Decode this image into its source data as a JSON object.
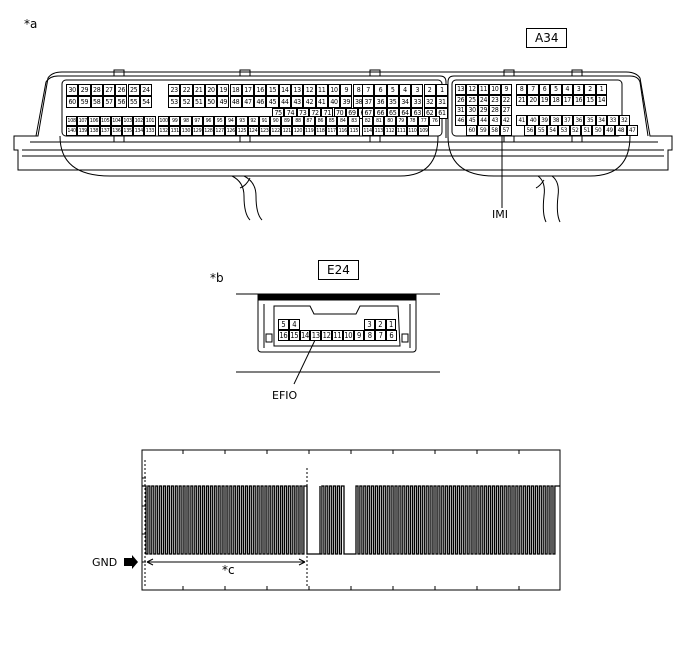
{
  "figure": {
    "marker_a": "*a",
    "marker_b": "*b",
    "marker_c": "*c",
    "connector_a": "A34",
    "connector_b": "E24",
    "signal_imi": "IMI",
    "signal_efio": "EFIO",
    "gnd_label": "GND"
  },
  "a34": {
    "left_block": {
      "row1": [
        "30",
        "29",
        "28",
        "27",
        "26",
        "25",
        "24",
        "",
        "23",
        "22",
        "21",
        "20",
        "19",
        "18",
        "17",
        "16",
        "15",
        "14",
        "13",
        "12",
        "11",
        "10",
        "9",
        "8",
        "",
        "7",
        "6",
        "5",
        "4",
        "3",
        "2",
        "1"
      ],
      "row2": [
        "60",
        "59",
        "58",
        "57",
        "56",
        "55",
        "54",
        "",
        "53",
        "52",
        "51",
        "50",
        "49",
        "48",
        "47",
        "46",
        "45",
        "44",
        "43",
        "42",
        "41",
        "40",
        "39",
        "38",
        "",
        "37",
        "36",
        "35",
        "34",
        "33",
        "32",
        "31"
      ],
      "row3": [
        "",
        "",
        "",
        "",
        "",
        "",
        "",
        "",
        "",
        "",
        "",
        "",
        "",
        "",
        "",
        "",
        "75",
        "74",
        "73",
        "72",
        "71",
        "70",
        "69",
        "68",
        "",
        "67",
        "66",
        "65",
        "64",
        "63",
        "62",
        "61"
      ],
      "row4": [
        "108",
        "107",
        "106",
        "105",
        "104",
        "103",
        "102",
        "101",
        "",
        "100",
        "99",
        "98",
        "97",
        "96",
        "95",
        "94",
        "93",
        "92",
        "91",
        "90",
        "89",
        "88",
        "87",
        "86",
        "85",
        "84",
        "83",
        "",
        "82",
        "81",
        "80",
        "79",
        "78",
        "77",
        "76"
      ],
      "row5": [
        "140",
        "139",
        "138",
        "137",
        "136",
        "135",
        "134",
        "133",
        "",
        "132",
        "131",
        "130",
        "129",
        "128",
        "127",
        "126",
        "125",
        "124",
        "123",
        "122",
        "121",
        "120",
        "119",
        "118",
        "117",
        "116",
        "115",
        "",
        "114",
        "113",
        "112",
        "111",
        "110",
        "109"
      ]
    },
    "right_block": {
      "row1": [
        "13",
        "12",
        "11",
        "10",
        "9",
        "",
        "8",
        "7",
        "6",
        "5",
        "4",
        "3",
        "2",
        "1"
      ],
      "row2": [
        "26",
        "25",
        "24",
        "23",
        "22",
        "",
        "21",
        "20",
        "19",
        "18",
        "17",
        "16",
        "15",
        "14"
      ],
      "row3": [
        "31",
        "30",
        "29",
        "28",
        "27"
      ],
      "row4": [
        "46",
        "45",
        "44",
        "43",
        "42",
        "",
        "41",
        "40",
        "39",
        "38",
        "37",
        "36",
        "35",
        "34",
        "33",
        "32"
      ],
      "row5": [
        "60",
        "59",
        "58",
        "57",
        "",
        "56",
        "55",
        "54",
        "53",
        "52",
        "51",
        "50",
        "49",
        "48",
        "47"
      ]
    }
  },
  "e24": {
    "row1_left": [
      "5",
      "4"
    ],
    "row1_right": [
      "3",
      "2",
      "1"
    ],
    "row2": [
      "16",
      "15",
      "14",
      "13",
      "12",
      "11",
      "10",
      "9",
      "8",
      "7",
      "6"
    ]
  }
}
